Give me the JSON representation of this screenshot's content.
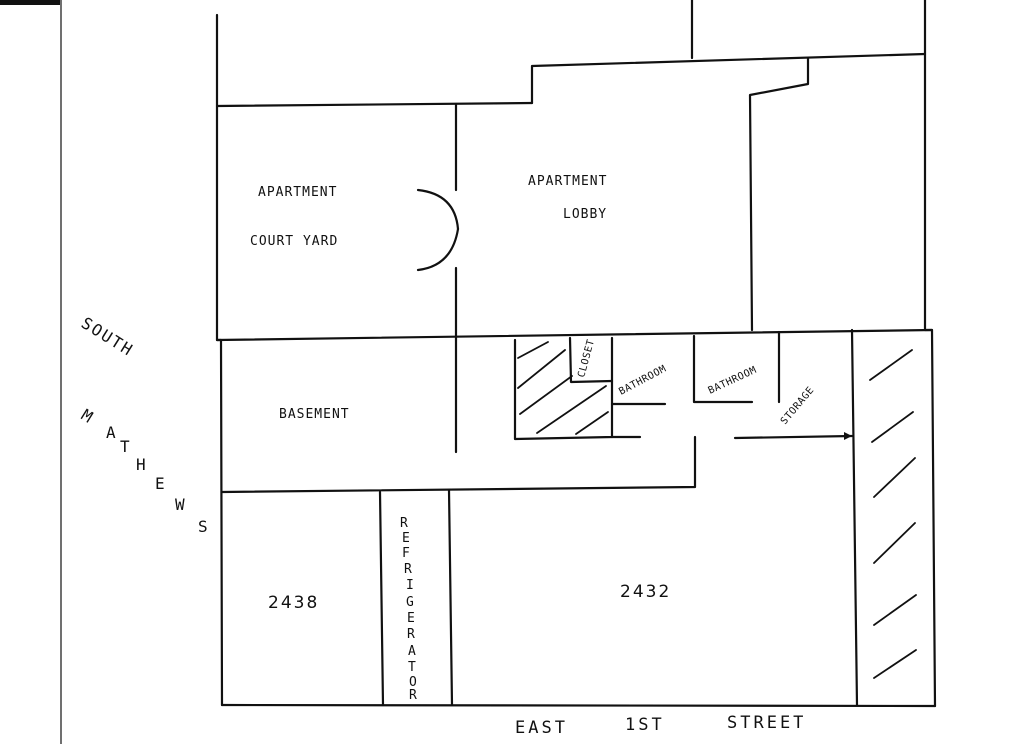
{
  "rooms": {
    "courtyard_line1": "APARTMENT",
    "courtyard_line2": "COURT YARD",
    "lobby_line1": "APARTMENT",
    "lobby_line2": "LOBBY",
    "basement": "BASEMENT",
    "closet": "CLOSET",
    "bathroom_left": "BATHROOM",
    "bathroom_right": "BATHROOM",
    "storage": "STORAGE",
    "refrigerator_letters": [
      "R",
      "E",
      "F",
      "R",
      "I",
      "G",
      "E",
      "R",
      "A",
      "T",
      "O",
      "R"
    ],
    "unit_2438": "2438",
    "unit_2432": "2432"
  },
  "streets": {
    "south": "SOUTH",
    "mathews_letters": [
      "M",
      "A",
      "T",
      "H",
      "E",
      "W",
      "S"
    ],
    "east": "EAST",
    "first": "1ST",
    "street": "STREET"
  }
}
